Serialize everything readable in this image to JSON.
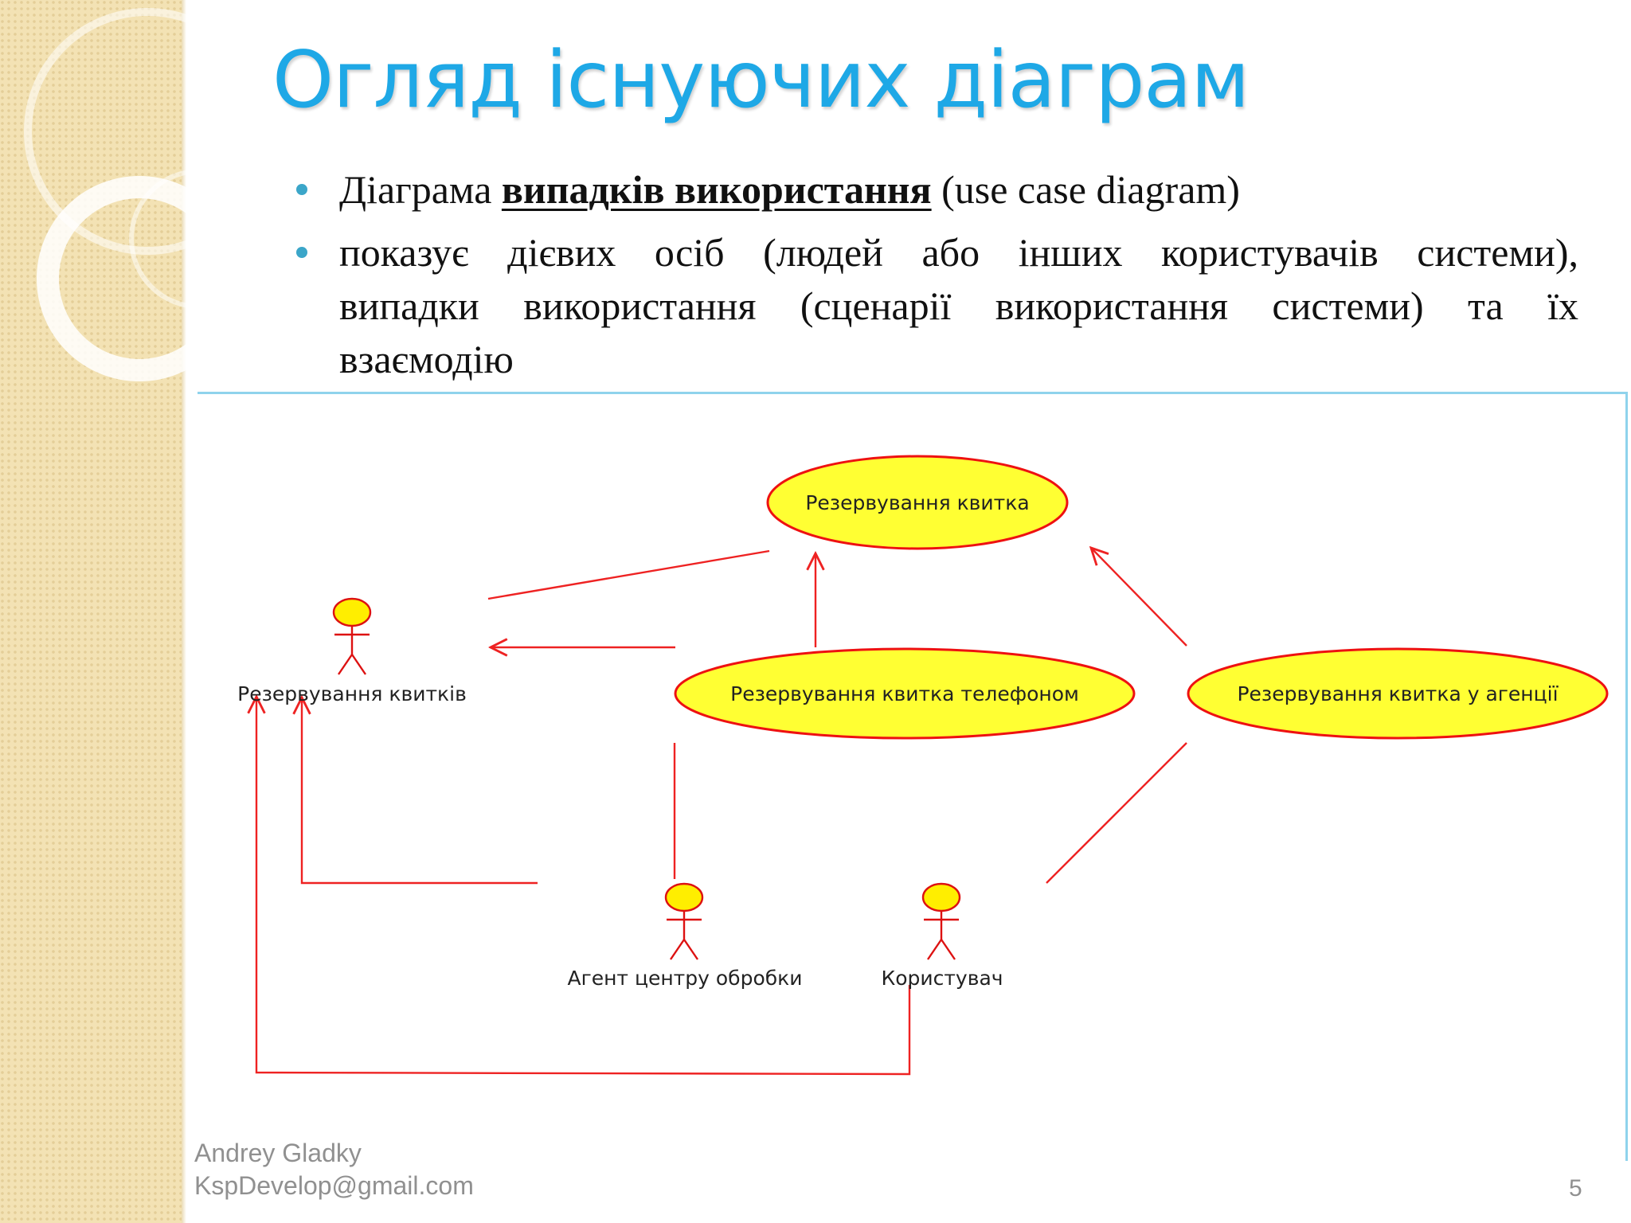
{
  "slide": {
    "title": "Огляд існуючих діаграм",
    "bullets": [
      {
        "prefix": "Діаграма ",
        "emphasis": "випадків використання",
        "suffix": " (use case diagram)"
      },
      {
        "text": " показує дієвих осіб (людей або інших користувачів системи), випадки використання (сценарії використання системи) та їх взаємодію"
      }
    ],
    "footer": {
      "author": "Andrey Gladky",
      "email": "KspDevelop@gmail.com",
      "page_number": "5"
    }
  },
  "diagram": {
    "use_cases": {
      "book_ticket": "Резервування квитка",
      "book_by_phone": "Резервування квитка телефоном",
      "book_at_agency": "Резервування квитка у агенції"
    },
    "actors": {
      "booking_system": "Резервування квитків",
      "processing_agent": "Агент центру обробки",
      "user": "Користувач"
    },
    "colors": {
      "use_case_fill": "#ffff33",
      "use_case_stroke": "#ee1111",
      "actor_fill": "#ffee00",
      "actor_stroke": "#dd1111",
      "connector": "#ee2222",
      "title": "#1ea8e6",
      "bullet_dot": "#3ba6c9",
      "frame": "#8fd3ec"
    }
  }
}
